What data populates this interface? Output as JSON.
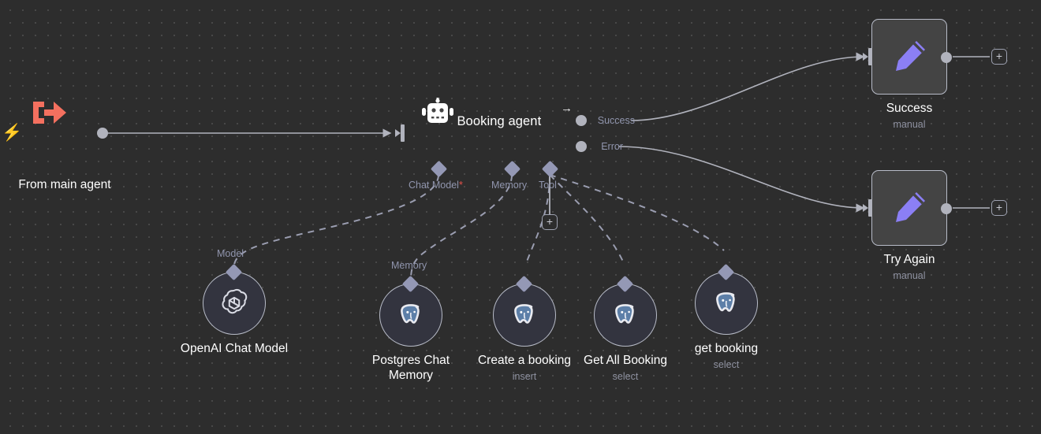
{
  "canvas": {
    "background_color": "#2d2d2d",
    "grid_dot_color": "#4a4a4a",
    "accent_red": "#ef6c5b",
    "accent_purple": "#8b7ff5",
    "node_border": "#b8bcc8",
    "node_fill": "#444444"
  },
  "trigger": {
    "name": "From main agent",
    "icon": "execute-workflow-trigger-icon",
    "bolt_icon": "lightning-bolt-icon"
  },
  "agent": {
    "name": "Booking agent",
    "icon": "robot-icon",
    "corner_icon": "arrow-right-icon",
    "outputs": [
      {
        "label": "Success"
      },
      {
        "label": "Error"
      }
    ],
    "sub_ports": [
      {
        "label": "Chat Model",
        "required": "*"
      },
      {
        "label": "Memory",
        "required": ""
      },
      {
        "label": "Tool",
        "required": ""
      }
    ],
    "add_tool_label": "+"
  },
  "right_nodes": [
    {
      "name": "Success",
      "subtitle": "manual",
      "icon": "pencil-icon",
      "add_label": "+"
    },
    {
      "name": "Try Again",
      "subtitle": "manual",
      "icon": "pencil-icon",
      "add_label": "+"
    }
  ],
  "sub_nodes": [
    {
      "name": "OpenAI Chat Model",
      "subtitle": "",
      "port_label": "Model",
      "icon": "openai-icon"
    },
    {
      "name": "Postgres Chat Memory",
      "subtitle": "",
      "port_label": "Memory",
      "icon": "postgres-icon"
    },
    {
      "name": "Create a booking",
      "subtitle": "insert",
      "port_label": "",
      "icon": "postgres-icon"
    },
    {
      "name": "Get All Booking",
      "subtitle": "select",
      "port_label": "",
      "icon": "postgres-icon"
    },
    {
      "name": "get booking",
      "subtitle": "select",
      "port_label": "",
      "icon": "postgres-icon"
    }
  ]
}
